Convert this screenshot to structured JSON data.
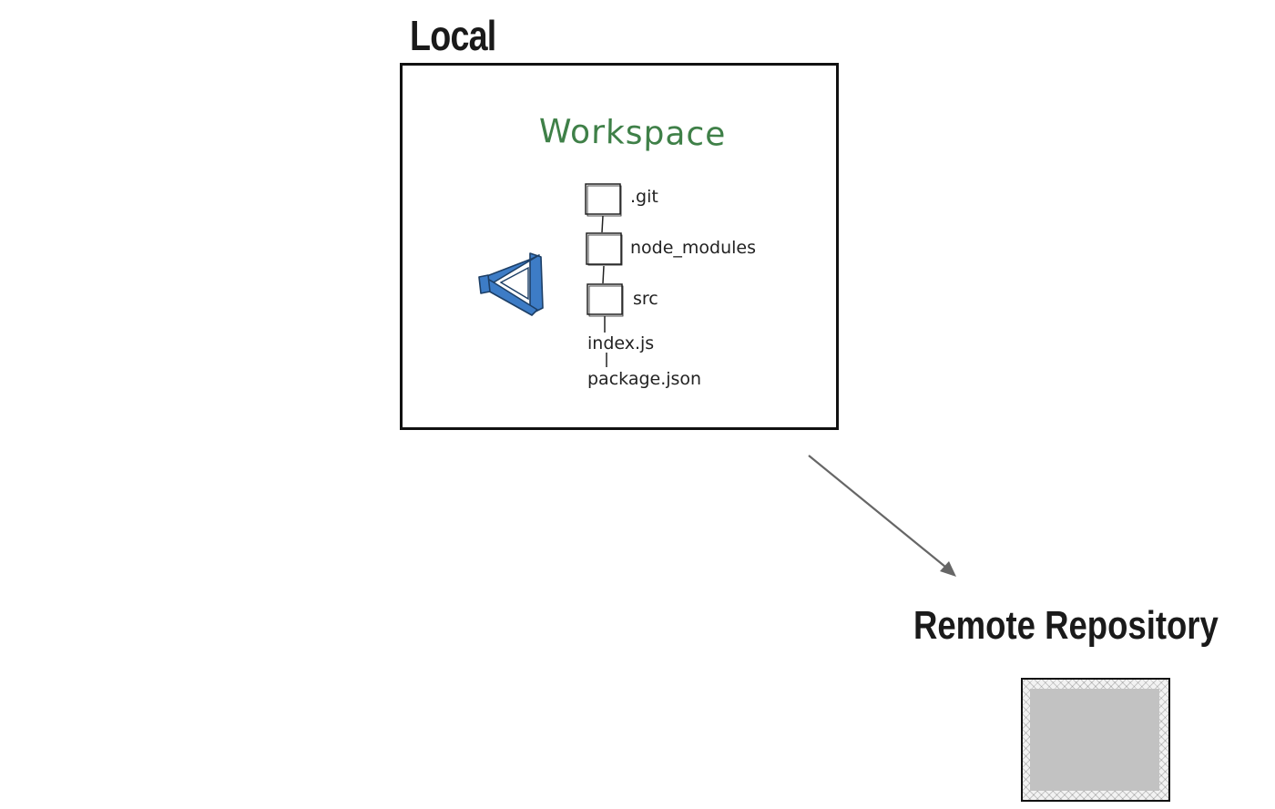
{
  "local": {
    "title": "Local",
    "workspace_title": "Workspace",
    "logo_icon": "vscode-logo-icon",
    "tree": [
      {
        "label": ".git",
        "kind": "folder"
      },
      {
        "label": "node_modules",
        "kind": "folder"
      },
      {
        "label": "src",
        "kind": "folder"
      },
      {
        "label": "index.js",
        "kind": "file"
      },
      {
        "label": "package.json",
        "kind": "file"
      }
    ]
  },
  "remote": {
    "title": "Remote Repository"
  },
  "colors": {
    "workspace_green": "#3f8048",
    "logo_blue": "#3d7cc6",
    "arrow_gray": "#666666",
    "remote_fill": "#c2c2c2"
  }
}
